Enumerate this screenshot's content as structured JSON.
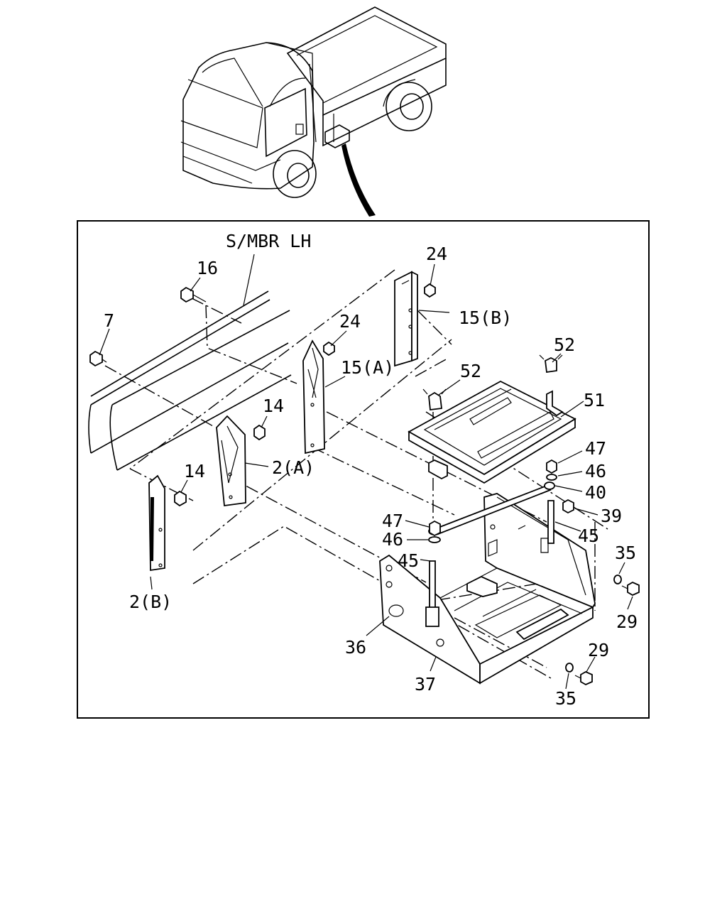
{
  "figure": {
    "frame_label": "S/MBR LH"
  },
  "callouts": [
    {
      "id": "c24a",
      "text": "24"
    },
    {
      "id": "c16",
      "text": "16"
    },
    {
      "id": "c15b",
      "text": "15(B)"
    },
    {
      "id": "c7",
      "text": "7"
    },
    {
      "id": "c24b",
      "text": "24"
    },
    {
      "id": "c52a",
      "text": "52"
    },
    {
      "id": "c15a",
      "text": "15(A)"
    },
    {
      "id": "c52b",
      "text": "52"
    },
    {
      "id": "c51",
      "text": "51"
    },
    {
      "id": "c14a",
      "text": "14"
    },
    {
      "id": "c2a",
      "text": "2(A)"
    },
    {
      "id": "c14b",
      "text": "14"
    },
    {
      "id": "c47a",
      "text": "47"
    },
    {
      "id": "c46a",
      "text": "46"
    },
    {
      "id": "c40",
      "text": "40"
    },
    {
      "id": "c39",
      "text": "39"
    },
    {
      "id": "c47b",
      "text": "47"
    },
    {
      "id": "c46b",
      "text": "46"
    },
    {
      "id": "c45a",
      "text": "45"
    },
    {
      "id": "c45b",
      "text": "45"
    },
    {
      "id": "c35a",
      "text": "35"
    },
    {
      "id": "c2b",
      "text": "2(B)"
    },
    {
      "id": "c29a",
      "text": "29"
    },
    {
      "id": "c36",
      "text": "36"
    },
    {
      "id": "c29b",
      "text": "29"
    },
    {
      "id": "c37",
      "text": "37"
    },
    {
      "id": "c35b",
      "text": "35"
    }
  ]
}
